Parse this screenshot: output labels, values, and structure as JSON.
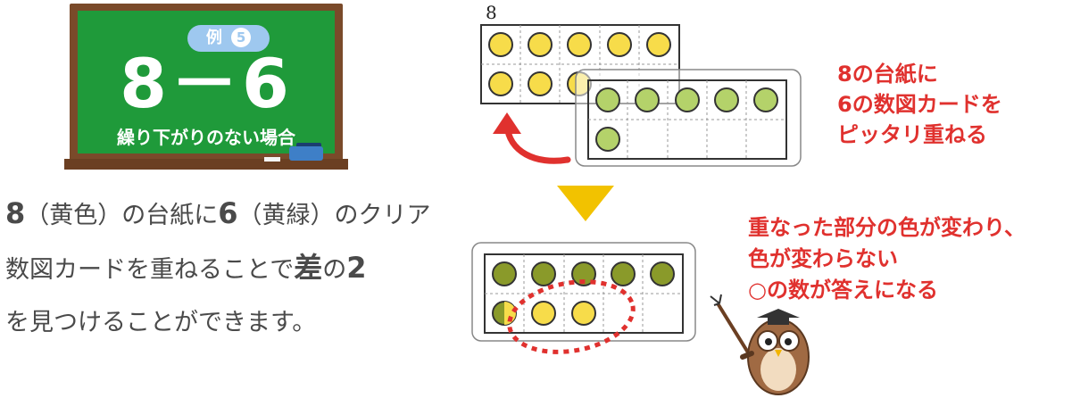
{
  "board": {
    "example_label": "例",
    "example_number": "5",
    "expression": "8－6",
    "subtitle": "繰り下がりのない場合"
  },
  "explanation": {
    "line1_num1": "8",
    "line1_a": "（黄色）の台紙に",
    "line1_num2": "6",
    "line1_b": "（黄緑）のクリア",
    "line2_a": "数図カードを重ねることで",
    "line2_bold": "差",
    "line2_b": "の",
    "line2_num": "2",
    "line3": "を見つけることができます。"
  },
  "top_card_label": "8",
  "note_top": {
    "line1": "8の台紙に",
    "line2": "6の数図カードを",
    "line3": "ピッタリ重ねる"
  },
  "note_bottom": {
    "line1": "重なった部分の色が変わり、",
    "line2": "色が変わらない",
    "line3": "○の数が答えになる"
  },
  "colors": {
    "board_green": "#1f9a3a",
    "board_frame": "#7a4a2a",
    "yellow_dot": "#f7dc4a",
    "green_dot": "#b4d26a",
    "overlap_dot": "#8a9a2a",
    "accent_red": "#e0312e",
    "arrow_yellow": "#f2c200"
  }
}
